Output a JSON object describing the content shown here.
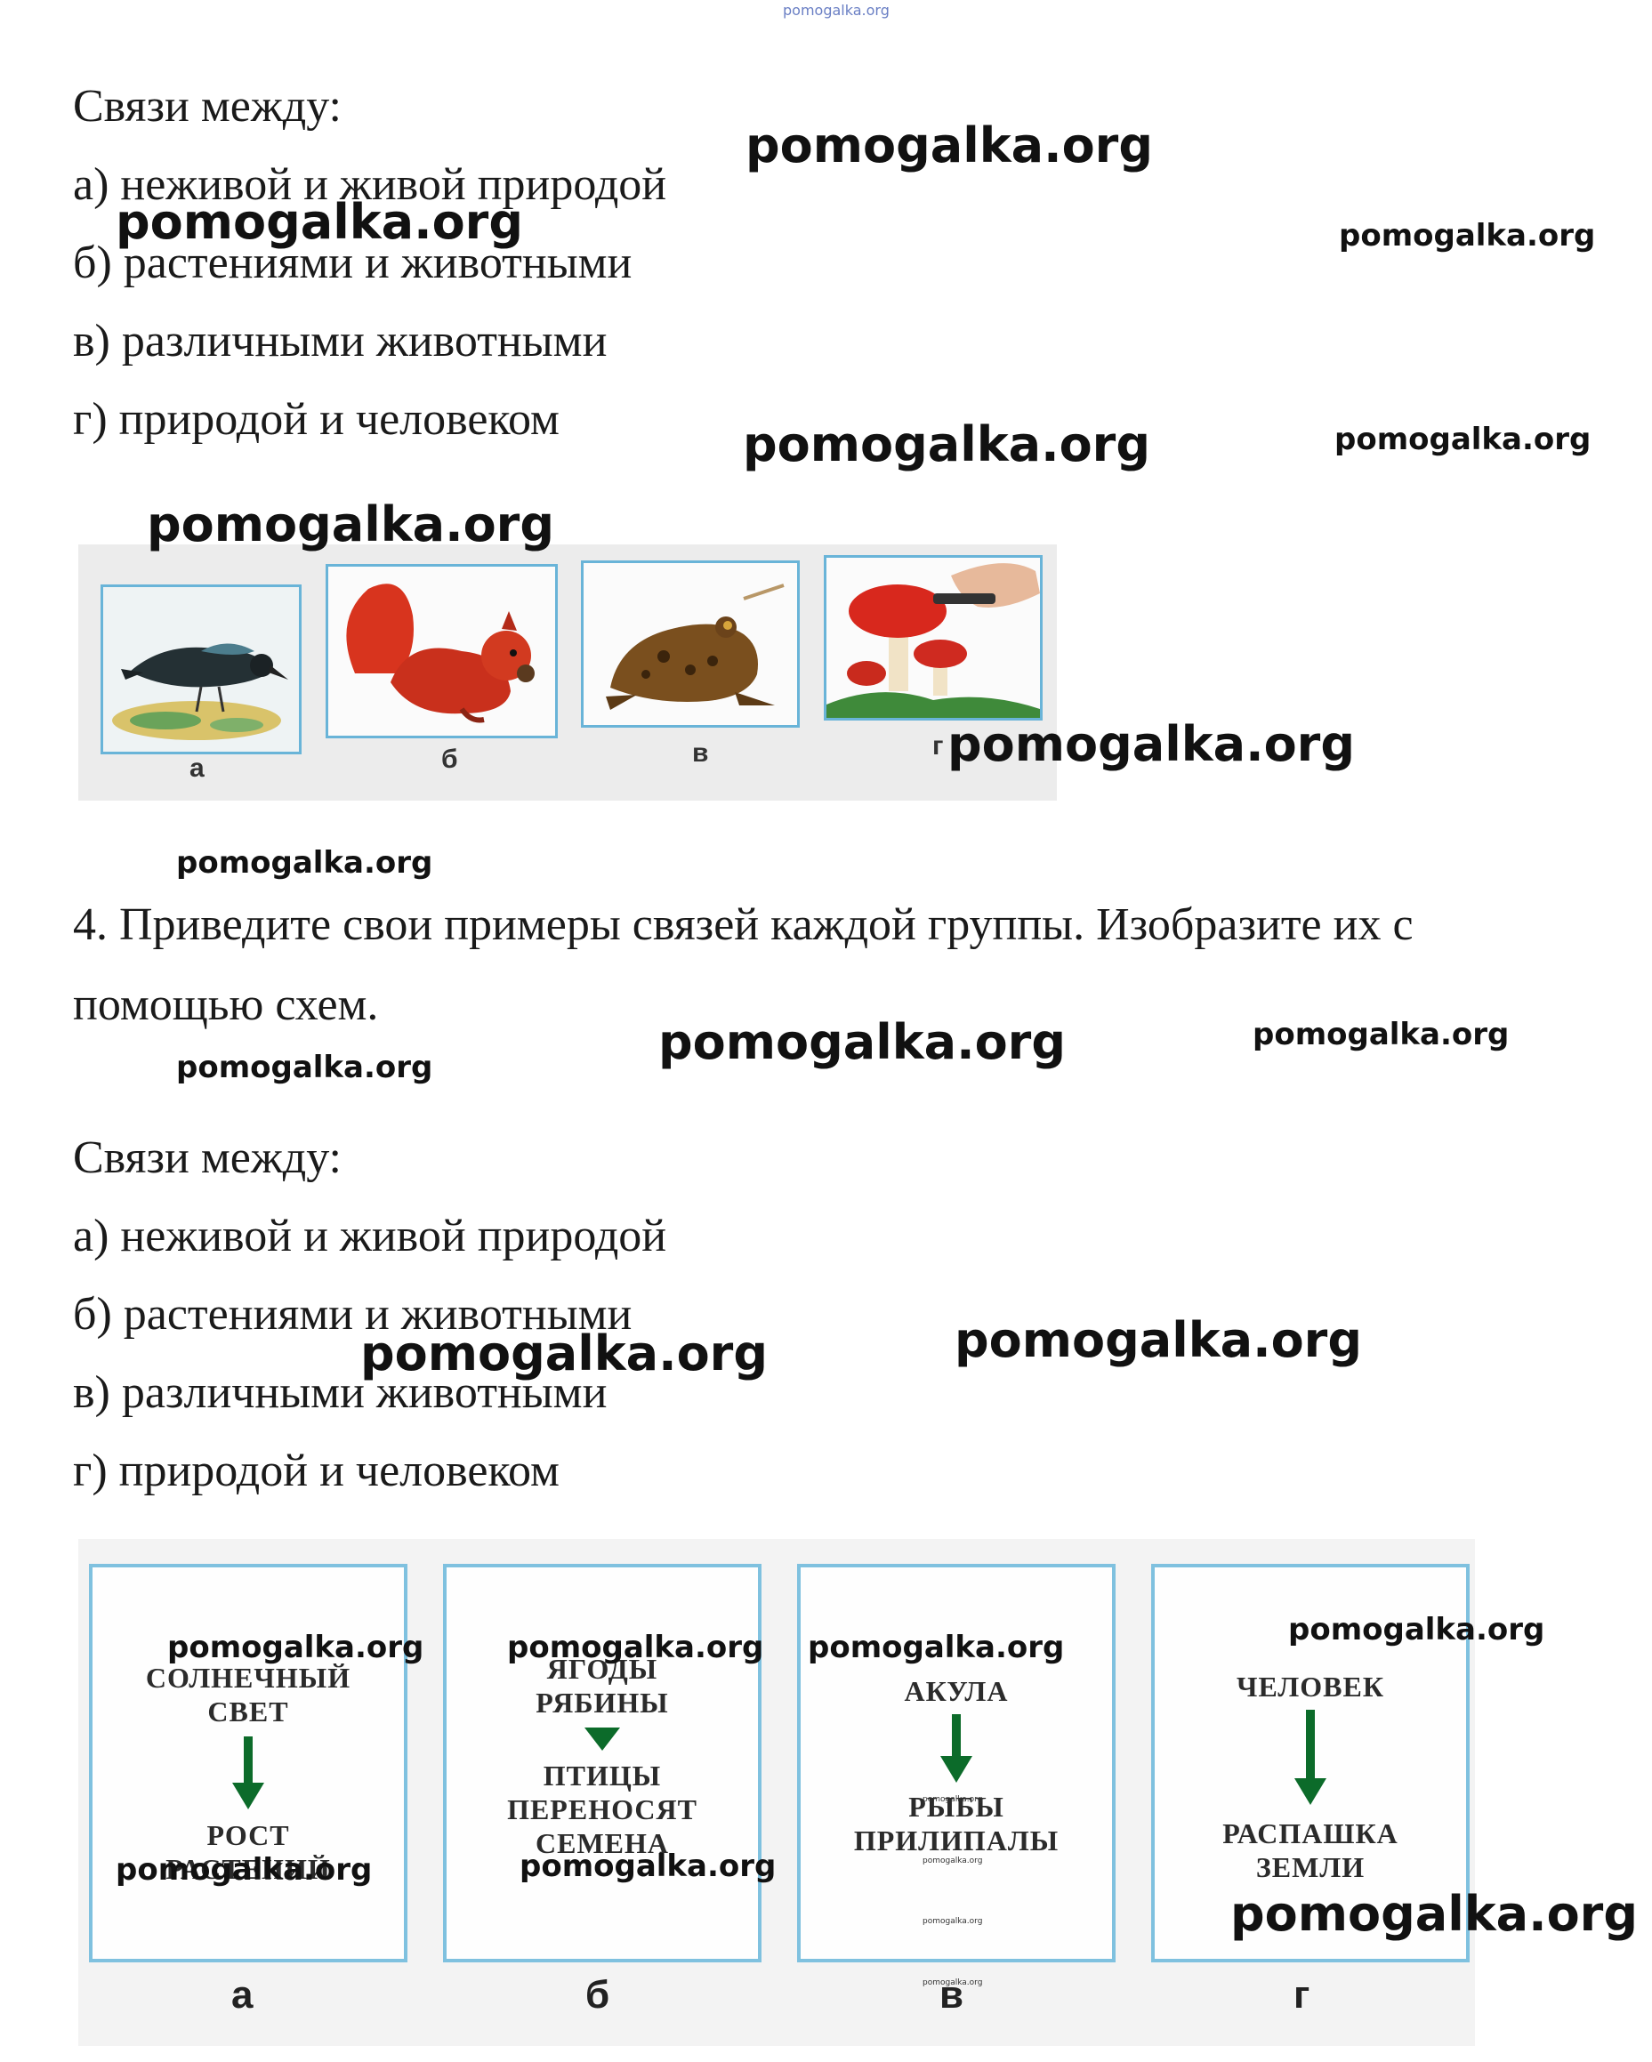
{
  "watermark": {
    "top": "pomogalka.org",
    "text": "pomogalka.org"
  },
  "section1": {
    "heading": "Связи между:",
    "items": [
      "а) неживой и живой природой",
      "б) растениями и животными",
      "в) различными животными",
      "г) природой и человеком"
    ]
  },
  "pictures": {
    "items": [
      {
        "label": "а",
        "depicts": "bird"
      },
      {
        "label": "б",
        "depicts": "squirrel"
      },
      {
        "label": "в",
        "depicts": "frog"
      },
      {
        "label": "г",
        "depicts": "mushrooms"
      }
    ]
  },
  "task4": {
    "line1": "4. Приведите свои примеры связей каждой группы. Изобразите их с",
    "line2": "помощью схем."
  },
  "section2": {
    "heading": "Связи между:",
    "items": [
      "а) неживой и живой природой",
      "б) растениями и животными",
      "в) различными животными",
      "г) природой и человеком"
    ]
  },
  "schemes": [
    {
      "label": "а",
      "from": [
        "СОЛНЕЧНЫЙ",
        "СВЕТ"
      ],
      "to": [
        "РОСТ",
        "РАСТЕНИЙ"
      ]
    },
    {
      "label": "б",
      "from": [
        "ЯГОДЫ",
        "РЯБИНЫ"
      ],
      "to": [
        "ПТИЦЫ",
        "ПЕРЕНОСЯТ",
        "СЕМЕНА"
      ]
    },
    {
      "label": "в",
      "from": [
        "АКУЛА"
      ],
      "to": [
        "РЫБЫ",
        "ПРИЛИПАЛЫ"
      ]
    },
    {
      "label": "г",
      "from": [
        "ЧЕЛОВЕК"
      ],
      "to": [
        "РАСПАШКА",
        "ЗЕМЛИ"
      ]
    }
  ],
  "colors": {
    "arrow": "#0c6b2a",
    "frame": "#7fc1df"
  }
}
